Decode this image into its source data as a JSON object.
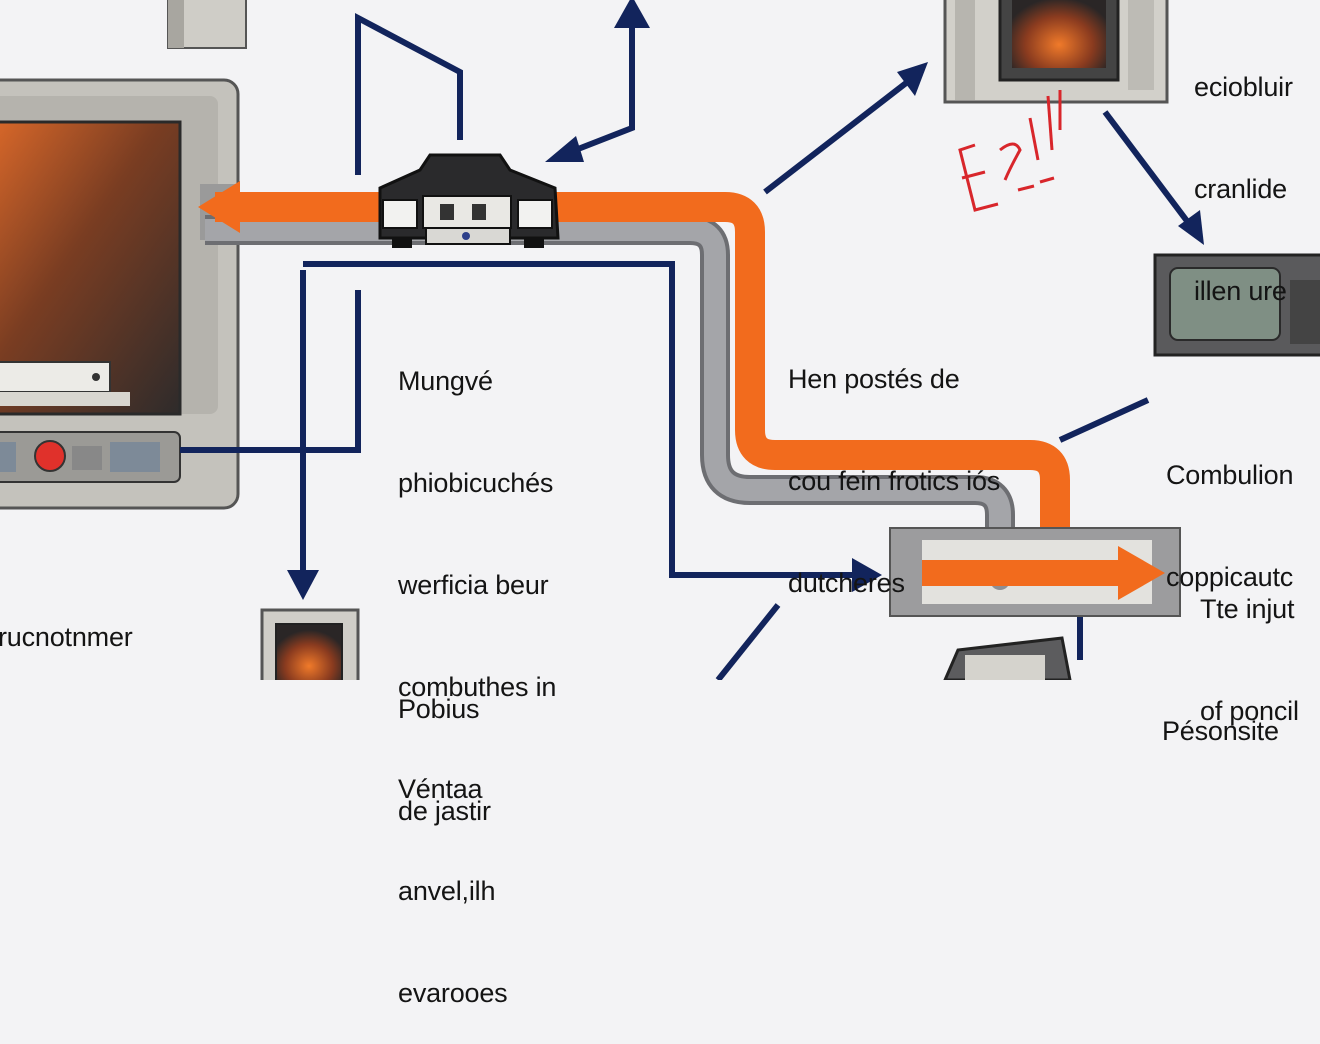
{
  "colors": {
    "background": "#f3f3f5",
    "orange_pipe": "#f26b1d",
    "gray_pipe": "#8e8f94",
    "navy_line": "#12245c",
    "red_annotation": "#d8262b",
    "device_frame": "#c9c7c0",
    "screen_dark": "#3a3737",
    "glow_orange": "#e06b2a"
  },
  "icons": {
    "left_terminal": "terminal-console-icon",
    "center_device": "connector-module-icon",
    "top_right_device": "furnace-unit-icon",
    "right_device": "control-box-icon",
    "bottom_small_device": "small-furnace-icon",
    "bottom_right_device": "junction-box-icon",
    "red_scribble": "handwritten-annotation-icon"
  },
  "labels": {
    "center": [
      "Mungvé",
      "phiobicuchés",
      "werficia beur",
      "combuthes in",
      "Véntaa",
      "anvel,ilh",
      "evaroоes"
    ],
    "middle": [
      "Hen postés de",
      "cou fein frotics iós",
      "dutcheres"
    ],
    "top_right": [
      "eciobluir",
      "cranlide",
      "illen ure"
    ],
    "right_mid": [
      "Combulion",
      "coppicautc"
    ],
    "right_lower": [
      "Tte injut",
      "of poncil"
    ],
    "bottom_right": [
      "Pésonsite"
    ],
    "left_bottom": [
      "rucnotnmer"
    ],
    "bottom_center": [
      "Pobius",
      "de jastir"
    ]
  }
}
